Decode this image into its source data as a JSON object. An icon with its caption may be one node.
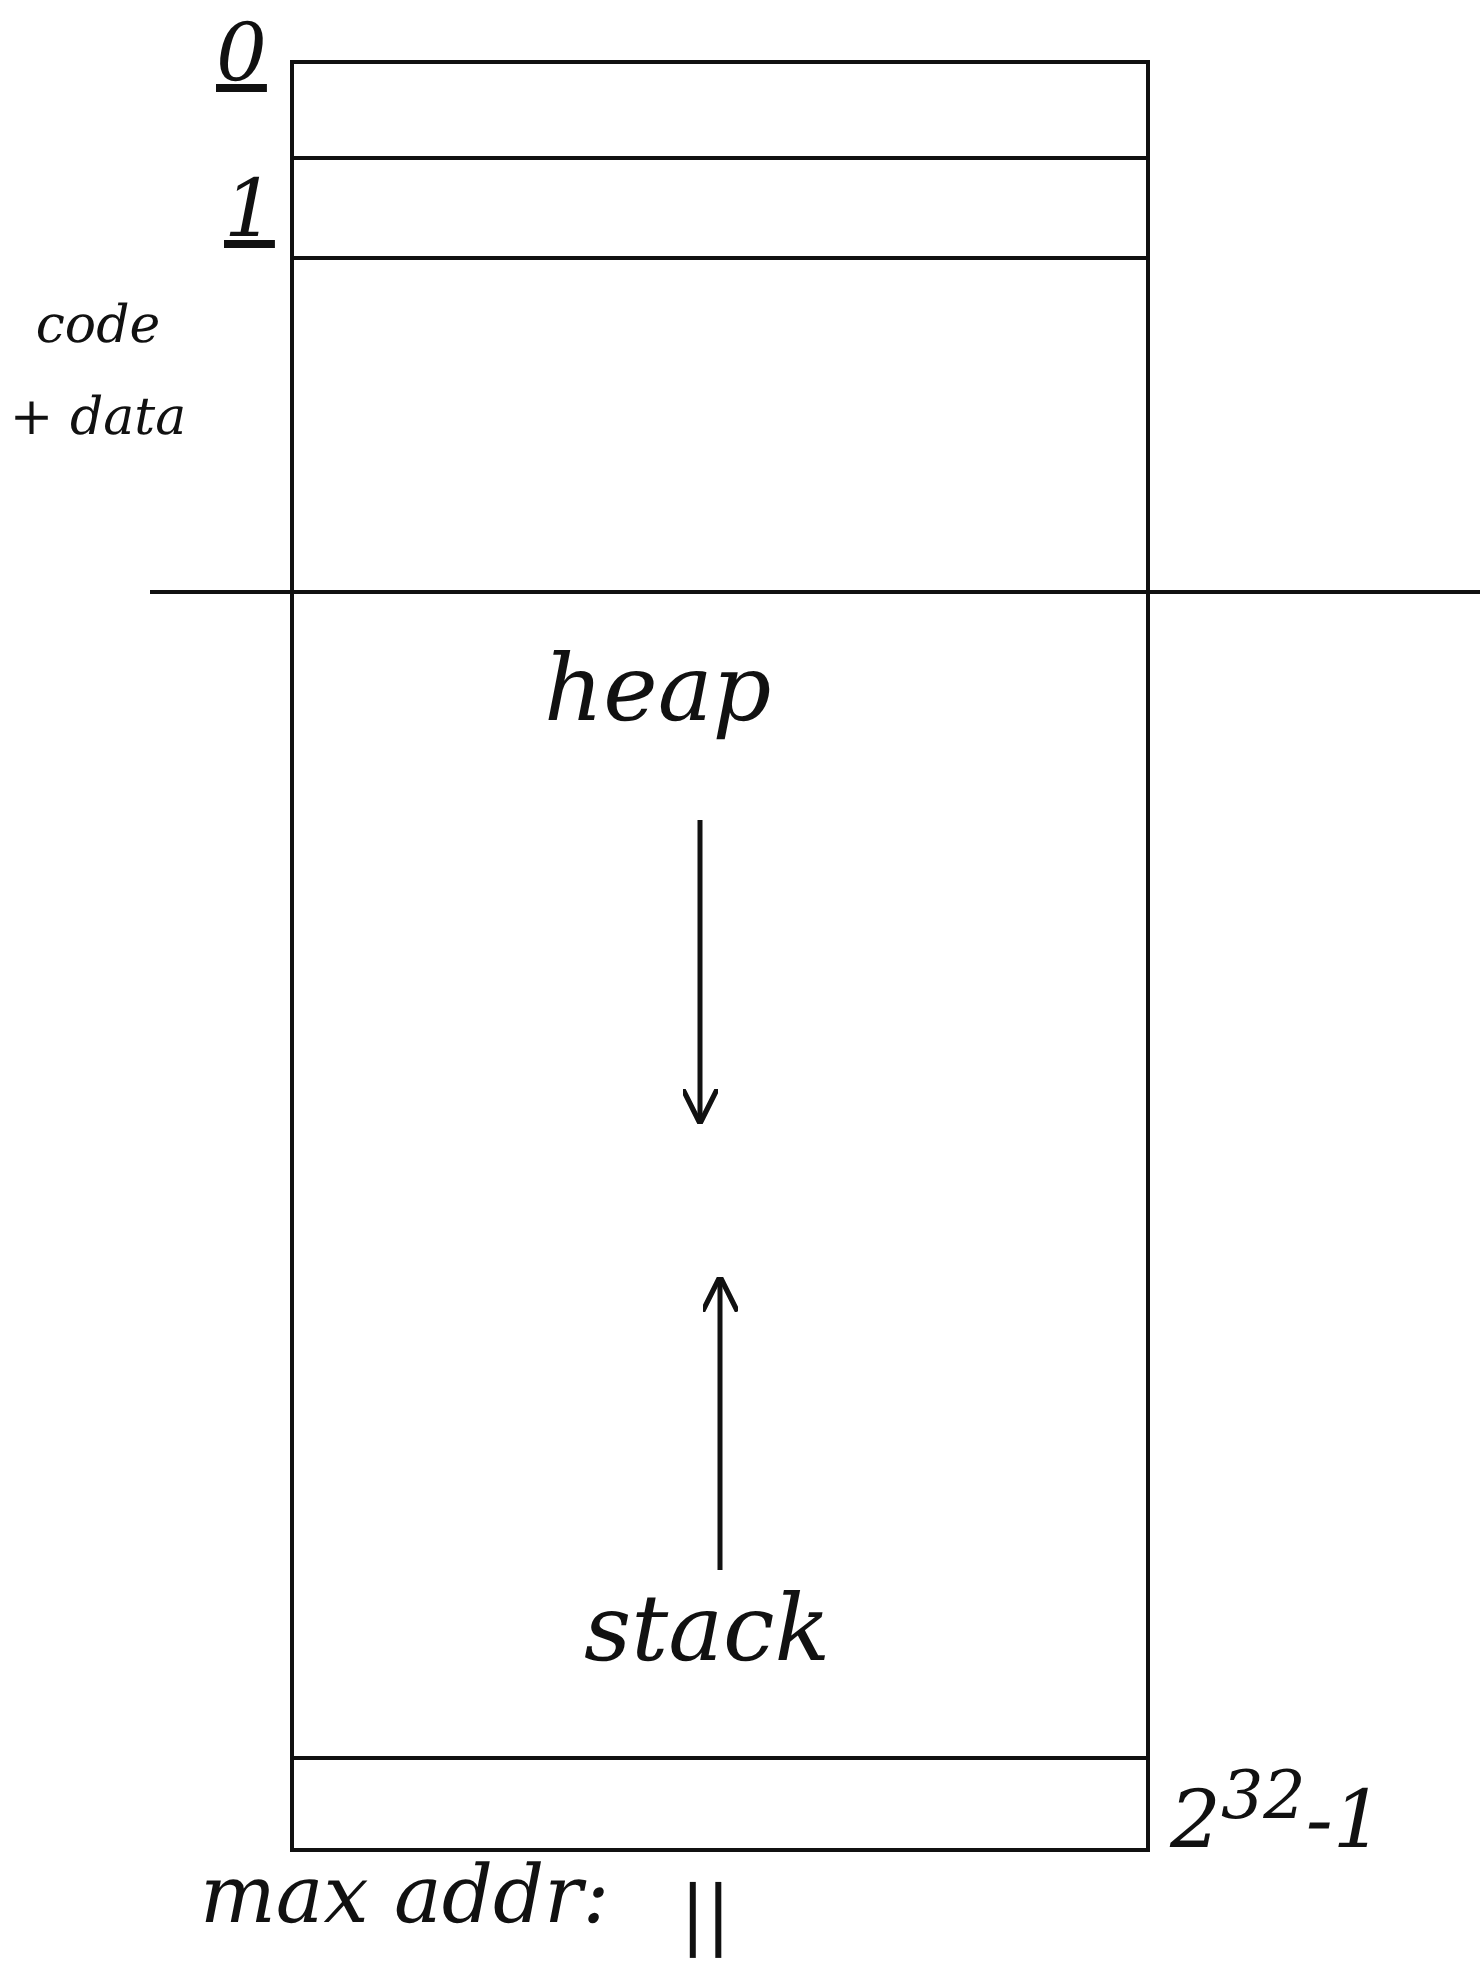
{
  "diagram": {
    "nodes": [
      {
        "text": [],
        "shape": "box",
        "beside": [
          "0"
        ]
      },
      {
        "text": [],
        "shape": "box",
        "beside": [
          "1"
        ]
      },
      {
        "text": [],
        "shape": "box",
        "beside": [
          "code + data"
        ]
      },
      {
        "text": [
          "heap",
          "stack"
        ]
      },
      {
        "text": [],
        "shape": "box",
        "beside": [
          "2$^{32}$-1"
        ]
      }
    ],
    "labels": [
      "max addr:",
      "||"
    ]
  }
}
